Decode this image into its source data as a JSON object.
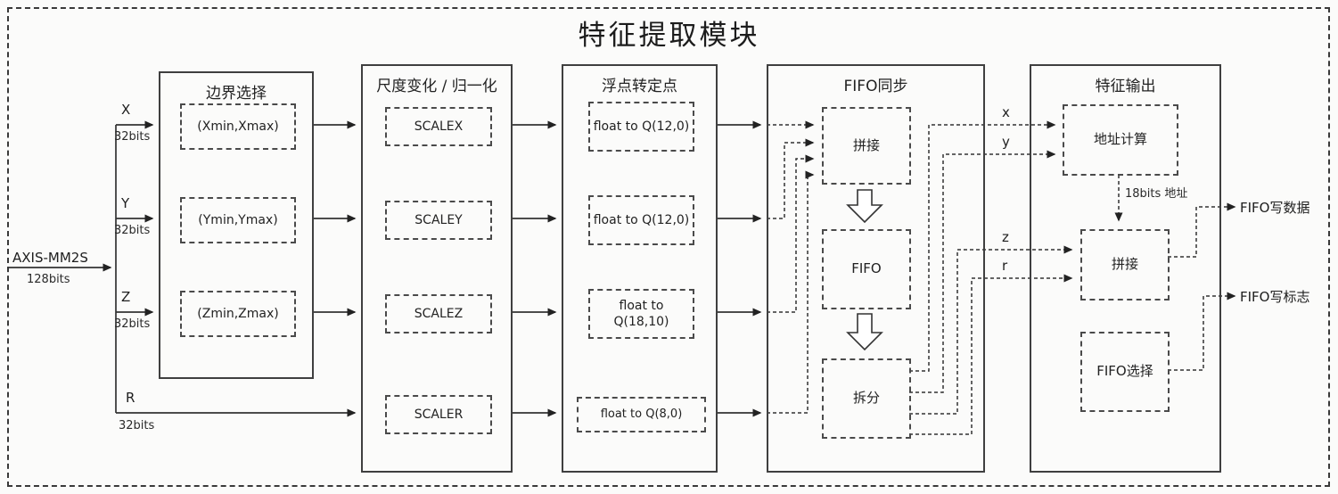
{
  "title": "特征提取模块",
  "input": {
    "name": "AXIS-MM2S",
    "bits": "128bits"
  },
  "channels": [
    {
      "label": "X",
      "bits": "32bits"
    },
    {
      "label": "Y",
      "bits": "32bits"
    },
    {
      "label": "Z",
      "bits": "32bits"
    },
    {
      "label": "R",
      "bits": "32bits"
    }
  ],
  "blocks": {
    "boundary": {
      "title": "边界选择",
      "items": [
        "(Xmin,Xmax)",
        "(Ymin,Ymax)",
        "(Zmin,Zmax)"
      ]
    },
    "scale": {
      "title": "尺度变化 / 归一化",
      "items": [
        "SCALEX",
        "SCALEY",
        "SCALEZ",
        "SCALER"
      ]
    },
    "float2fixed": {
      "title": "浮点转定点",
      "items": [
        "float to Q(12,0)",
        "float to Q(12,0)",
        "float to Q(18,10)",
        "float to Q(8,0)"
      ]
    },
    "fifo_sync": {
      "title": "FIFO同步",
      "items": [
        "拼接",
        "FIFO",
        "拆分"
      ]
    },
    "feature_out": {
      "title": "特征输出",
      "items": [
        "地址计算",
        "拼接",
        "FIFO选择"
      ],
      "addr_label": "18bits 地址"
    }
  },
  "mid_labels": [
    "x",
    "y",
    "z",
    "r"
  ],
  "outputs": [
    "FIFO写数据",
    "FIFO写标志"
  ]
}
